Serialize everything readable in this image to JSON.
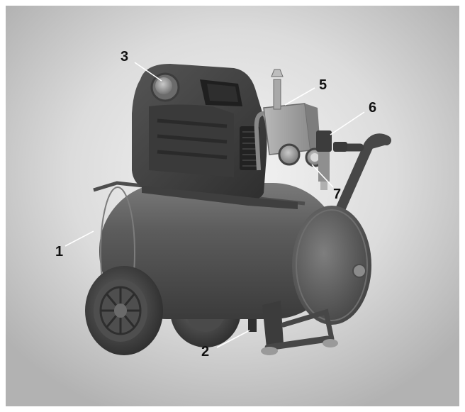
{
  "colors": {
    "background_light": "#f2f2f2",
    "background_dark": "#a9a9a9",
    "metal_dark": "#3a3a3a",
    "metal_mid": "#555555",
    "metal_light": "#8a8a8a",
    "leader_line": "#ffffff",
    "label_text": "#111111"
  },
  "callouts": [
    {
      "id": "1",
      "label": "1"
    },
    {
      "id": "2",
      "label": "2"
    },
    {
      "id": "3",
      "label": "3"
    },
    {
      "id": "5",
      "label": "5"
    },
    {
      "id": "6",
      "label": "6"
    },
    {
      "id": "7",
      "label": "7"
    }
  ]
}
